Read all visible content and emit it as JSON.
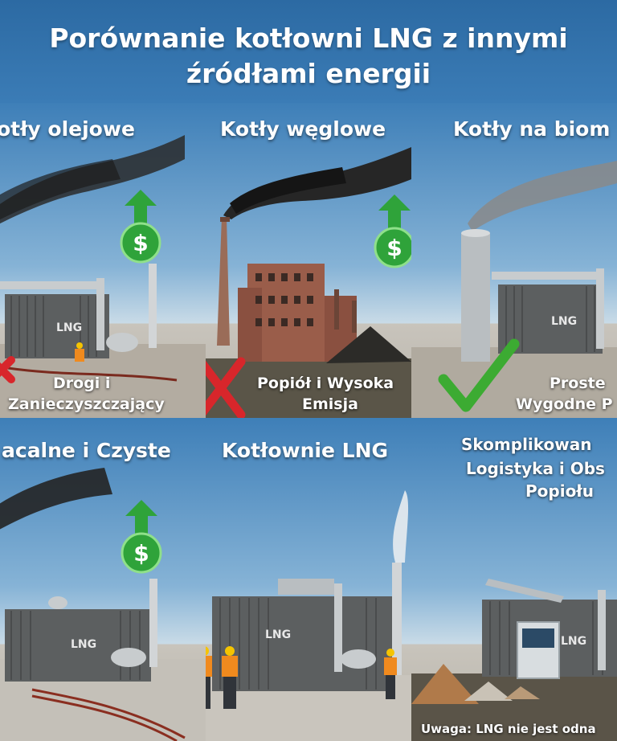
{
  "header": {
    "title_line1": "Porównanie kotłowni LNG z innymi",
    "title_line2": "źródłami energii"
  },
  "panels": [
    {
      "title": "otły olejowe",
      "caption_line1": "Drogi i",
      "caption_line2": "Zanieczyszczający",
      "container_label": "LNG",
      "cost_icon": "dollar-up-icon",
      "verdict_icon": "red-x-icon"
    },
    {
      "title": "Kotły węglowe",
      "caption_line1": "Popiół i Wysoka",
      "caption_line2": "Emisja",
      "cost_icon": "dollar-up-icon",
      "verdict_icon": "red-x-icon"
    },
    {
      "title": "Kotły na biom",
      "caption_line1": "Proste",
      "caption_line2": "Wygodne P",
      "container_label": "LNG",
      "verdict_icon": "green-check-icon"
    },
    {
      "title": "acalne i Czyste",
      "container_label": "LNG",
      "cost_icon": "dollar-up-icon"
    },
    {
      "title": "Kotłownie LNG",
      "container_label": "LNG"
    },
    {
      "title_line1": "Skomplikowan",
      "title_line2": "Logistyka i Obs",
      "title_line3": "Popiołu",
      "container_label": "LNG",
      "note": "Uwaga: LNG nie jest odna"
    }
  ],
  "colors": {
    "header_bg": "#2f6fa8",
    "dollar_green": "#2fa33a",
    "cross_red": "#d8262b",
    "check_green": "#3cab32",
    "container_gray": "#5c5f60"
  }
}
